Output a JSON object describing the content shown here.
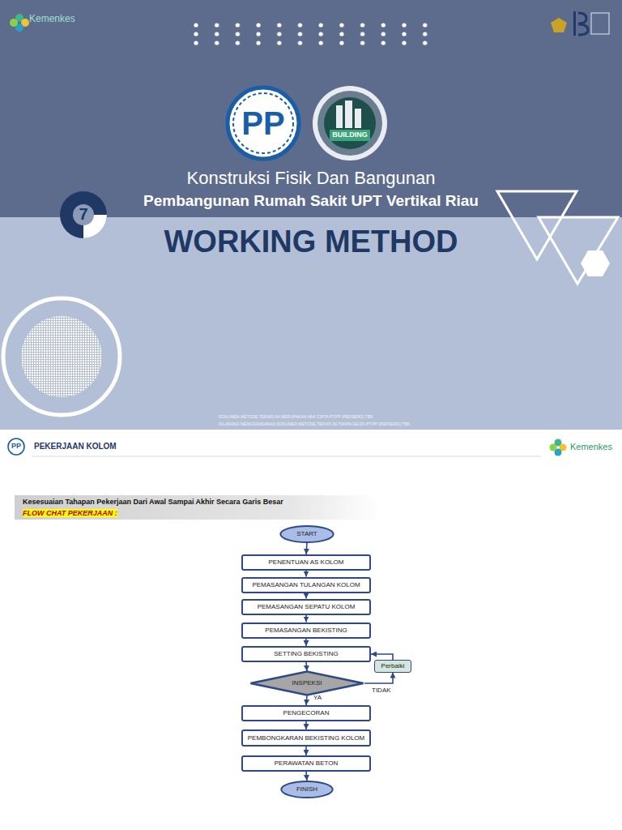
{
  "diagram": {
    "title": "WORKING METHOD",
    "nodes": [
      {
        "text": [
          "START"
        ]
      },
      {
        "text": [
          "PENENTUAN AS KOLOM"
        ]
      },
      {
        "text": [
          "PEMASANGAN TULANGAN KOLOM"
        ]
      },
      {
        "text": [
          "PEMASANGAN SEPATU KOLOM"
        ]
      },
      {
        "text": [
          "PEMASANGAN BEKISTING"
        ]
      },
      {
        "text": [
          "SETTING BEKISTING"
        ]
      },
      {
        "text": [
          "Perbaiki"
        ]
      },
      {
        "text": [
          "INSPEKSI"
        ]
      },
      {
        "text": [
          "PENGECORAN"
        ]
      },
      {
        "text": [
          "PEMBONGKARAN BEKISTING KOLOM"
        ]
      },
      {
        "text": [
          "PERAWATAN BETON"
        ]
      },
      {
        "text": [
          "FINISH"
        ]
      }
    ],
    "edges": [
      {
        "from": 0,
        "to": 1,
        "arrow": "to"
      },
      {
        "from": 1,
        "to": 2,
        "arrow": "to"
      },
      {
        "from": 2,
        "to": 3,
        "arrow": "to"
      },
      {
        "from": 3,
        "to": 4,
        "arrow": "to"
      },
      {
        "from": 4,
        "to": 5,
        "arrow": "to"
      },
      {
        "from": 5,
        "to": 7,
        "arrow": "to"
      },
      {
        "from": 7,
        "to": 6,
        "label": "TIDAK",
        "arrow": "to"
      },
      {
        "from": 6,
        "to": 5,
        "arrow": "to"
      },
      {
        "from": 7,
        "to": 8,
        "label": "YA",
        "arrow": "to"
      },
      {
        "from": 8,
        "to": 9,
        "arrow": "to"
      },
      {
        "from": 9,
        "to": 10,
        "arrow": "to"
      },
      {
        "from": 10,
        "to": 11,
        "arrow": "to"
      }
    ],
    "labels": [
      "Kemenkes",
      "PP",
      "BUILDING",
      "Konstruksi Fisik Dan Bangunan",
      "Pembangunan Rumah Sakit UPT Vertikal Riau",
      "7",
      "DOKUMEN METODE TEKNIS INI MERUPAKAN HAK CIPTA PT.PP (PERSERO) TBK.",
      "DILARANG MENGGANDAKAN DOKUMEN METODE TEKNIS INI TANPA SEIJIN PT.PP (PERSERO) TBK.",
      "PP",
      "PEKERJAAN KOLOM",
      "Kemenkes",
      "Kesesuaian Tahapan Pekerjaan Dari Awal Sampai Akhir Secara Garis Besar",
      "FLOW CHAT PEKERJAAN :"
    ]
  }
}
